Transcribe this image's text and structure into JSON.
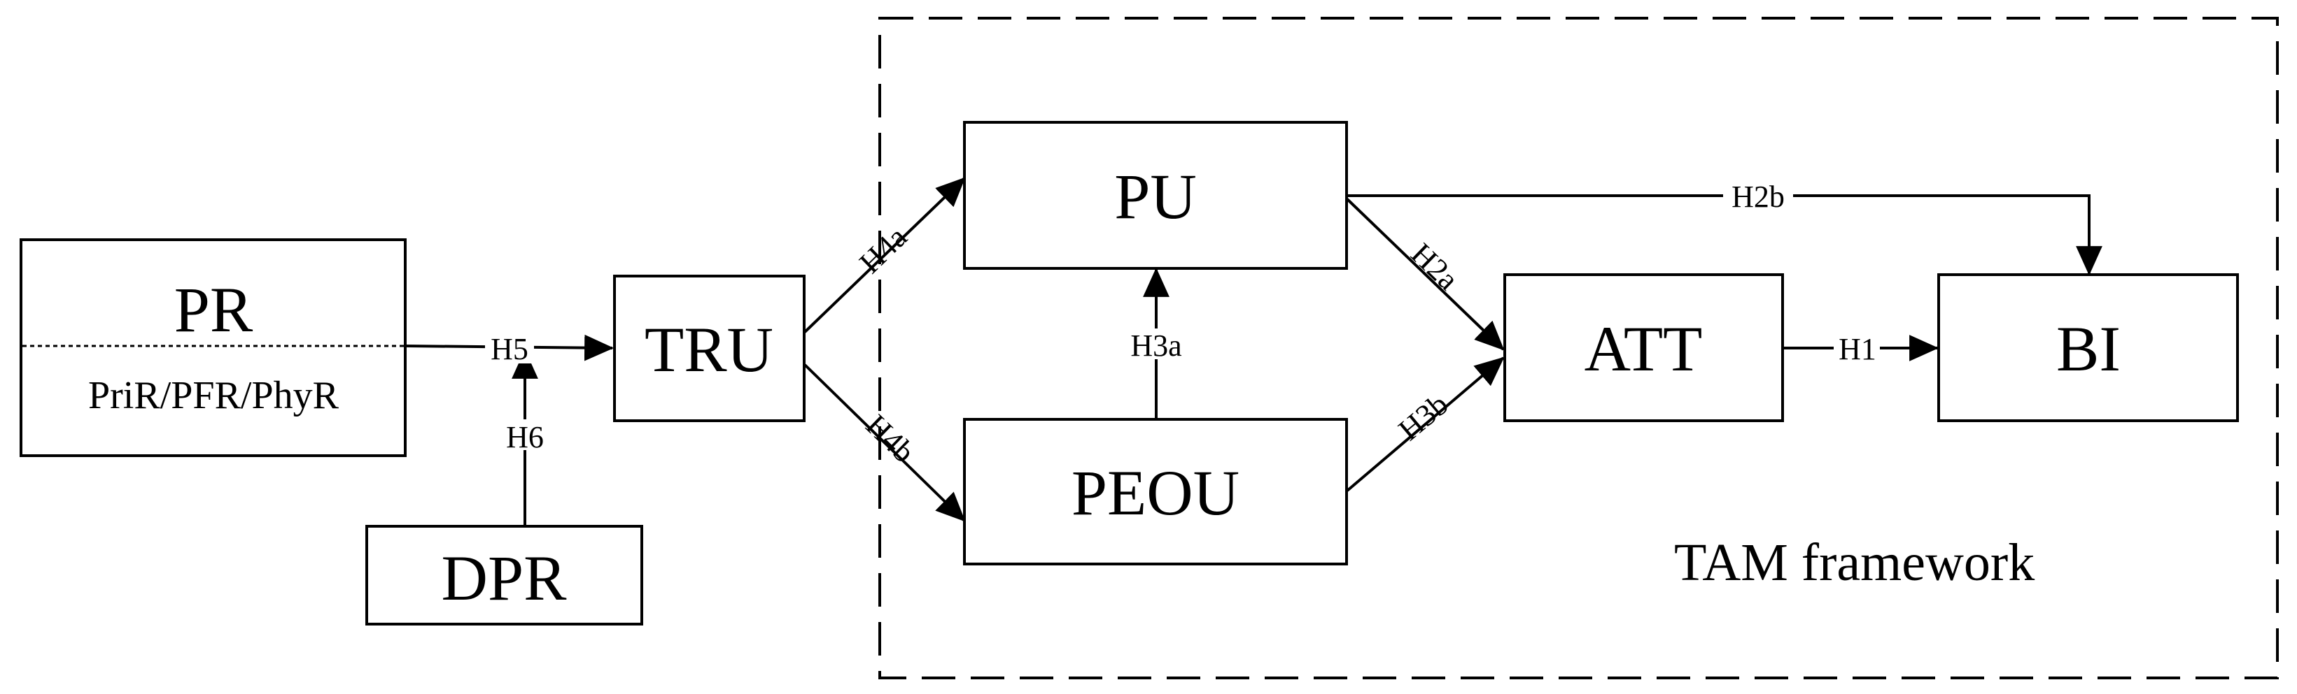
{
  "nodes": {
    "pr": {
      "label": "PR",
      "sublabel": "PriR/PFR/PhyR"
    },
    "dpr": {
      "label": "DPR"
    },
    "tru": {
      "label": "TRU"
    },
    "pu": {
      "label": "PU"
    },
    "peou": {
      "label": "PEOU"
    },
    "att": {
      "label": "ATT"
    },
    "bi": {
      "label": "BI"
    }
  },
  "edges": {
    "h5": "H5",
    "h6": "H6",
    "h4a": "H4a",
    "h4b": "H4b",
    "h3a": "H3a",
    "h2a": "H2a",
    "h3b": "H3b",
    "h2b": "H2b",
    "h1": "H1"
  },
  "framework": {
    "title": "TAM framework"
  }
}
